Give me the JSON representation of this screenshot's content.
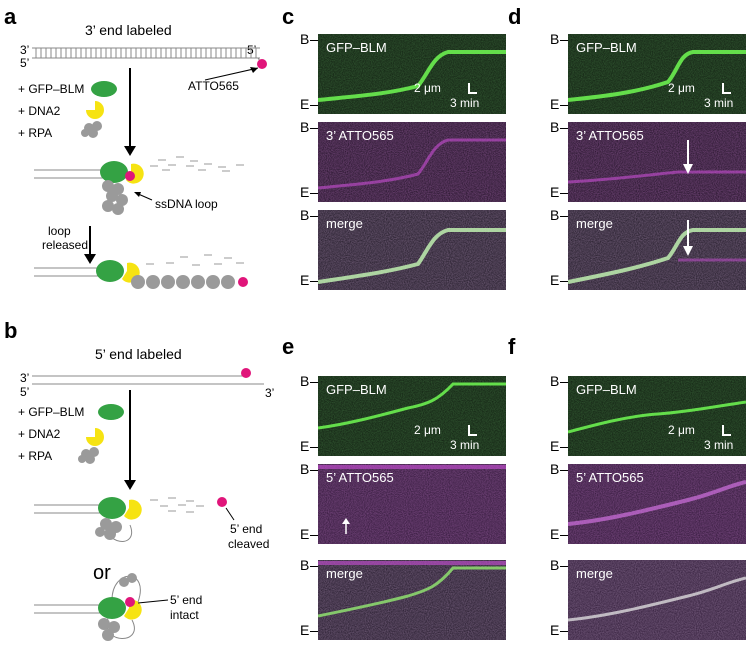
{
  "panels": {
    "a": "a",
    "b": "b",
    "c": "c",
    "d": "d",
    "e": "e",
    "f": "f"
  },
  "a": {
    "title": "3’ end labeled",
    "left_top": "3’",
    "left_bottom": "5’",
    "right_top": "5’",
    "atto": "ATTO565",
    "reagents": [
      "+ GFP–BLM",
      "+ DNA2",
      "+ RPA"
    ],
    "ssdna_loop": "ssDNA loop",
    "loop_released": [
      "loop",
      "released"
    ]
  },
  "b": {
    "title": "5’ end labeled",
    "left_top": "3’",
    "left_bottom": "5’",
    "right_bottom": "3’",
    "reagents": [
      "+ GFP–BLM",
      "+ DNA2",
      "+ RPA"
    ],
    "cleaved": [
      "5’ end",
      "cleaved"
    ],
    "or": "or",
    "intact": [
      "5’ end",
      "intact"
    ]
  },
  "axis": {
    "b": "B",
    "e": "E"
  },
  "kymo_labels": {
    "gfp": "GFP–BLM",
    "atto3": "3’ ATTO565",
    "atto5": "5’ ATTO565",
    "merge": "merge"
  },
  "scale": {
    "um": "2 μm",
    "min": "3 min"
  },
  "colors": {
    "green": "#52d63a",
    "magenta": "#c94fd6",
    "yellow": "#f6e312",
    "pink": "#e0157a",
    "grey": "#9a9a9a",
    "blm": "#34a244"
  }
}
